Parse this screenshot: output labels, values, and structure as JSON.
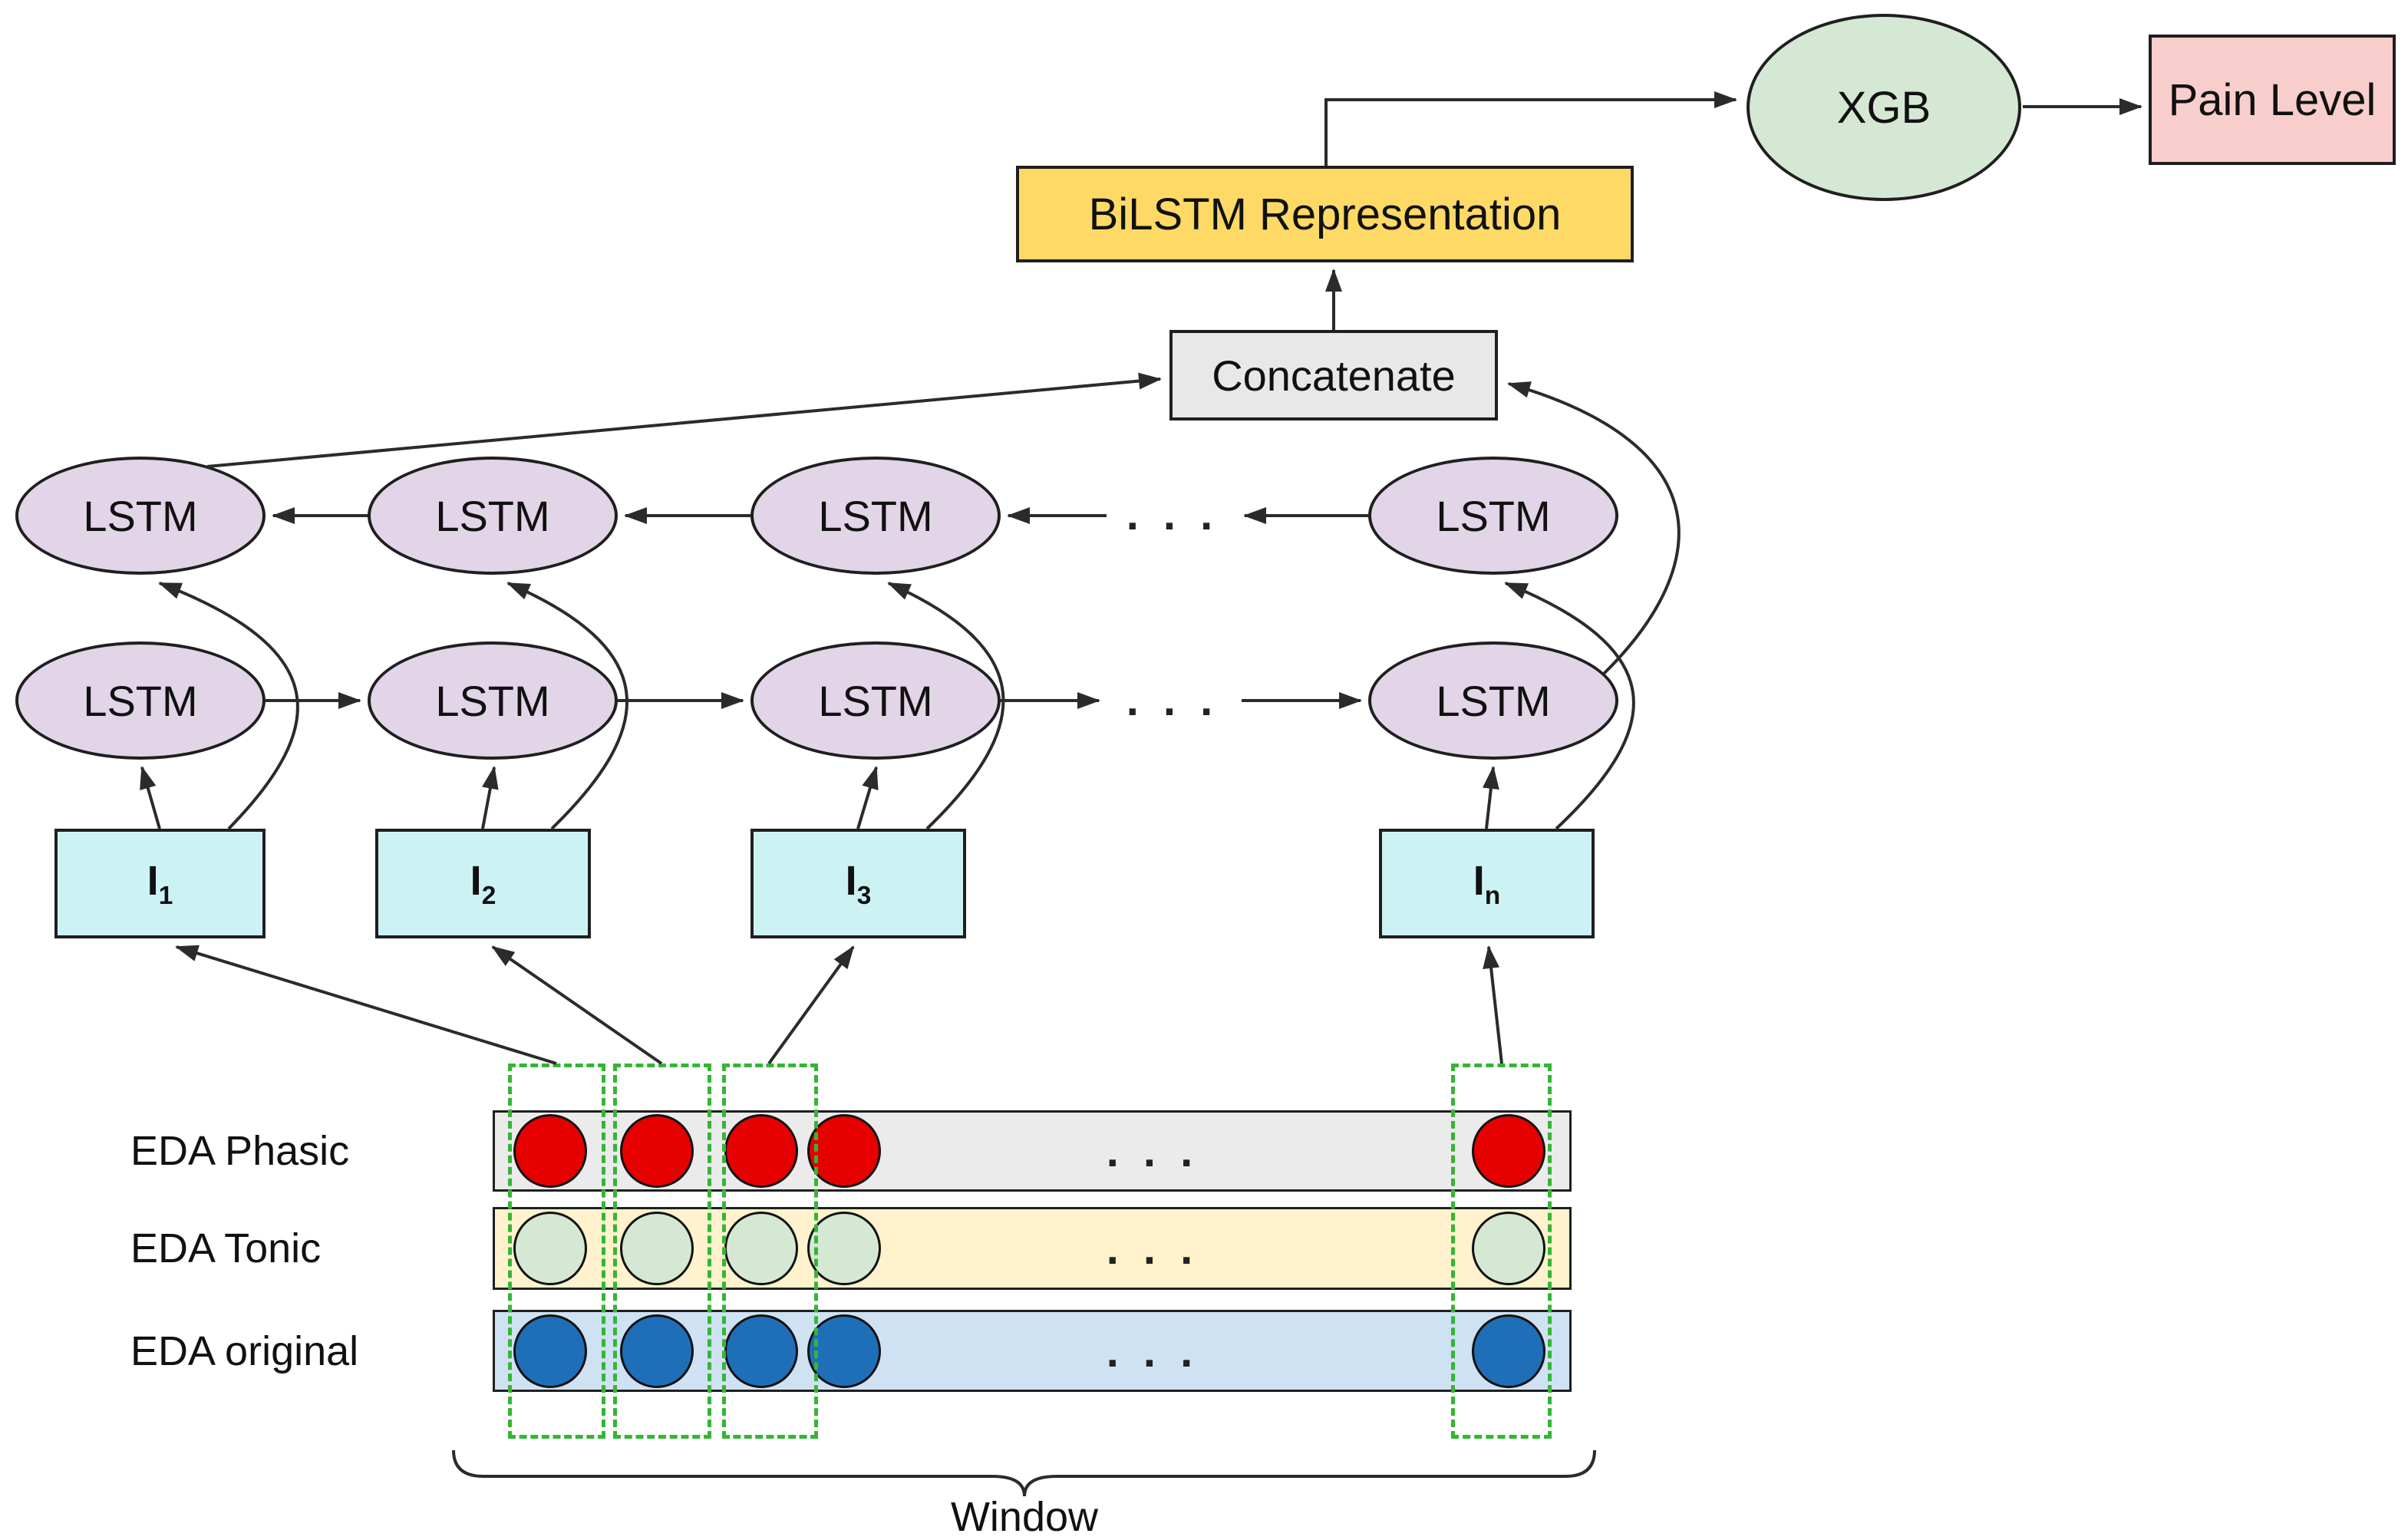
{
  "nodes": {
    "xgb": "XGB",
    "pain_level": "Pain Level",
    "bilstm_representation": "BiLSTM Representation",
    "concatenate": "Concatenate",
    "lstm": "LSTM",
    "ellipsis": ". . ."
  },
  "inputs": [
    {
      "base": "I",
      "sub": "1"
    },
    {
      "base": "I",
      "sub": "2"
    },
    {
      "base": "I",
      "sub": "3"
    },
    {
      "base": "I",
      "sub": "n"
    }
  ],
  "signal_rows": [
    {
      "label": "EDA Phasic"
    },
    {
      "label": "EDA Tonic"
    },
    {
      "label": "EDA original"
    }
  ],
  "window_label": "Window",
  "colors": {
    "lstm_fill": "#E1D5E7",
    "input_fill": "#CCF2F4",
    "bilstm_fill": "#FFD966",
    "concatenate_fill": "#E8E8E8",
    "xgb_fill": "#D5E8D4",
    "pain_level_fill": "#F8CECC",
    "phasic_bar": "#EBEBEB",
    "tonic_bar": "#FFF2CC",
    "original_bar": "#CFE2F3",
    "phasic_dot": "#E60000",
    "tonic_dot": "#D5E8D4",
    "original_dot": "#1E6FB8",
    "window_dash_green": "#35B535",
    "connector": "#2b2b2b"
  }
}
